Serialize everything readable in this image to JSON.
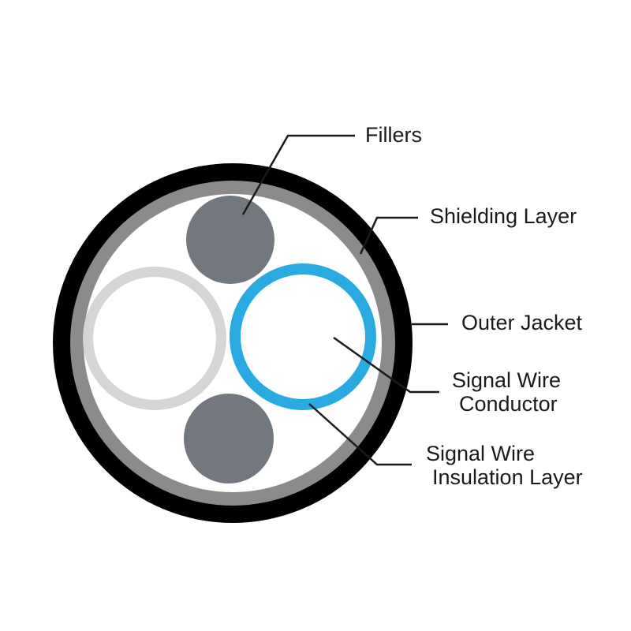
{
  "diagram": {
    "labels": {
      "fillers": "Fillers",
      "shielding_layer": "Shielding Layer",
      "outer_jacket": "Outer Jacket",
      "signal_wire_conductor": {
        "line1": "Signal Wire",
        "line2": "Conductor"
      },
      "signal_wire_insulation": {
        "line1": "Signal Wire",
        "line2": "Insulation Layer"
      }
    },
    "colors": {
      "outer_jacket": "#000000",
      "shielding_layer": "#8b8b8b",
      "filler": "#73777e",
      "white_wire_insulation": "#d5d5d5",
      "blue_wire_insulation": "#29abe2",
      "conductor_fill": "#ffffff",
      "background": "#ffffff",
      "leader_line": "#1a1a1a",
      "label_text": "#1a1a1a"
    }
  }
}
